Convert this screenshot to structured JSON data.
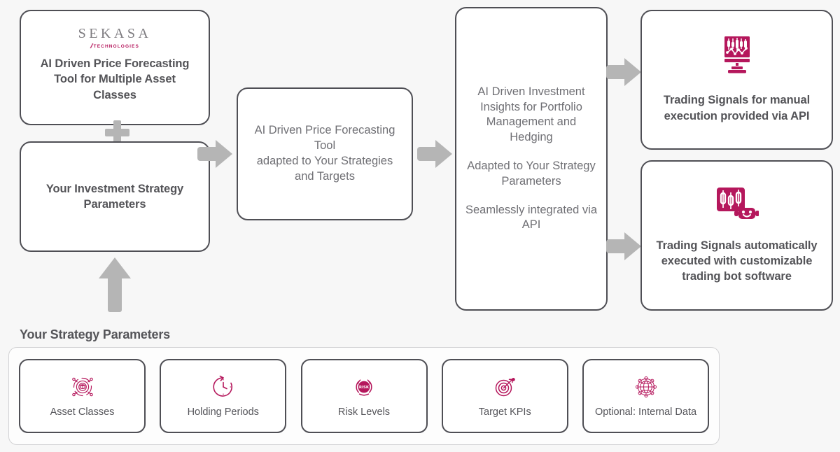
{
  "brand": {
    "name": "SEKASA",
    "slash": "//",
    "tagline": "TECHNOLOGIES",
    "accent_color": "#b5175c",
    "text_color": "#545458",
    "arrow_color": "#b5b5b5",
    "background": "#f7f7f7"
  },
  "flow": {
    "product_box": {
      "title": "AI Driven Price Forecasting Tool for Multiple Asset Classes"
    },
    "strategy_box": {
      "title": "Your Investment Strategy Parameters"
    },
    "tool_box": {
      "line1": "AI Driven Price Forecasting Tool",
      "line2": "adapted to Your Strategies and Targets"
    },
    "insights_box": {
      "para1": "AI Driven Investment Insights for Portfolio Management and Hedging",
      "para2": "Adapted to Your Strategy Parameters",
      "para3": "Seamlessly integrated via API"
    },
    "manual_box": {
      "icon": "monitor-candlestick-chart-icon",
      "title": "Trading Signals for manual execution provided via API"
    },
    "auto_box": {
      "icon": "trading-bot-candlestick-icon",
      "title": "Trading Signals automatically executed with customizable trading bot software"
    },
    "connectors": {
      "plus": "plus-connector-icon",
      "arrow_up": "arrow-up-icon",
      "arrow_to_tool": "arrow-right-icon",
      "arrow_to_insights": "arrow-right-icon",
      "arrow_to_manual": "arrow-right-icon",
      "arrow_to_auto": "arrow-right-icon"
    }
  },
  "parameters": {
    "section_title": "Your Strategy Parameters",
    "cards": [
      {
        "label": "Asset Classes",
        "icon": "asset-network-coins-icon"
      },
      {
        "label": "Holding Periods",
        "icon": "clock-refresh-icon"
      },
      {
        "label": "Risk Levels",
        "icon": "risk-gauge-icon",
        "icon_text": "RISK"
      },
      {
        "label": "Target KPIs",
        "icon": "target-arrow-icon"
      },
      {
        "label": "Optional: Internal Data",
        "icon": "globe-network-icon"
      }
    ]
  }
}
